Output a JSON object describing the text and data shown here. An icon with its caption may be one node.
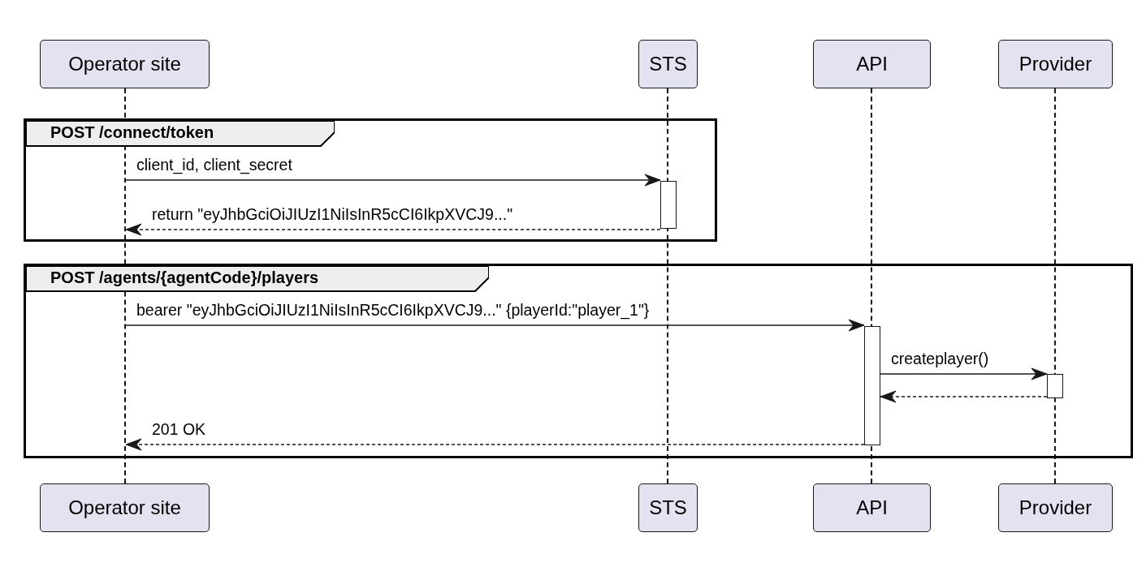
{
  "diagram": {
    "nodes": [
      {
        "text": [
          "Operator site"
        ]
      },
      {
        "text": [
          "STS"
        ]
      },
      {
        "text": [
          "API"
        ]
      },
      {
        "text": [
          "Provider"
        ]
      },
      {
        "text": [
          "Operator site"
        ]
      },
      {
        "text": [
          "STS"
        ]
      },
      {
        "text": [
          "API"
        ]
      },
      {
        "text": [
          "Provider"
        ]
      },
      {
        "text": [],
        "shape": "line"
      },
      {
        "text": [],
        "shape": "line"
      },
      {
        "text": [],
        "shape": "line"
      },
      {
        "text": [],
        "shape": "line"
      },
      {
        "text": [
          "POST /connect/token"
        ]
      },
      {
        "text": [
          "POST /agents/{agentCode}/players"
        ]
      },
      {
        "text": [],
        "shape": "box",
        "in": 12
      },
      {
        "text": [],
        "shape": "box",
        "in": 13
      },
      {
        "text": [],
        "shape": "box",
        "in": 13
      }
    ],
    "edges": [
      {
        "from": 8,
        "to": 14,
        "arrow": "to",
        "label": "client_id, client_secret"
      },
      {
        "from": 14,
        "to": 8,
        "arrow": "to",
        "style": "dashed",
        "label": "return \"eyJhbGciOiJIUzI1NiIsInR5cCI6IkpXVCJ9...\""
      },
      {
        "from": 8,
        "to": 15,
        "arrow": "to",
        "label": "bearer \"eyJhbGciOiJIUzI1NiIsInR5cCI6IkpXVCJ9...\" {playerId:\"player_1\"}"
      },
      {
        "from": 15,
        "to": 16,
        "arrow": "to",
        "label": "createplayer()"
      },
      {
        "from": 16,
        "to": 15,
        "arrow": "to",
        "style": "dashed"
      },
      {
        "from": 15,
        "to": 8,
        "arrow": "to",
        "style": "dashed",
        "label": "201 OK"
      }
    ]
  }
}
